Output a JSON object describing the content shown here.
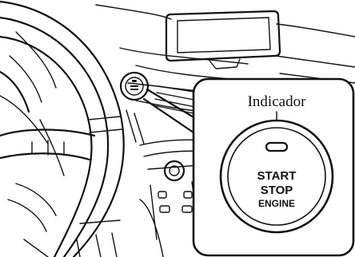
{
  "callout": {
    "indicator_label": "Indicador"
  },
  "button": {
    "line1": "START",
    "line2": "STOP",
    "line3": "ENGINE"
  }
}
